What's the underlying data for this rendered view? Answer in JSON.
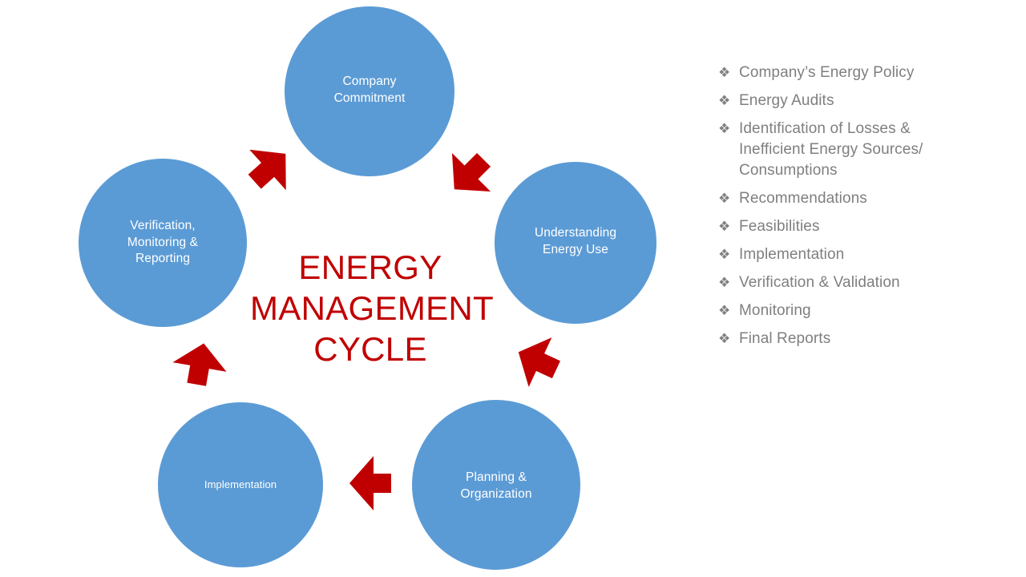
{
  "slide": {
    "background_color": "#FFFFFF",
    "accent_blue": "#5B9BD5",
    "accent_red": "#C00000",
    "bullet_gray": "#7F7F7F"
  },
  "diagram": {
    "center_title": "ENERGY\nMANAGEMENT\nCYCLE",
    "nodes": [
      {
        "id": "company-commitment",
        "label": "Company\nCommitment"
      },
      {
        "id": "understanding-energy-use",
        "label": "Understanding\nEnergy Use"
      },
      {
        "id": "planning-organization",
        "label": "Planning &\nOrganization"
      },
      {
        "id": "implementation",
        "label": "Implementation"
      },
      {
        "id": "verification-monitoring-reporting",
        "label": "Verification,\nMonitoring &\nReporting"
      }
    ],
    "arrows": [
      {
        "id": "arrow-company-to-understanding",
        "direction": "down-right"
      },
      {
        "id": "arrow-understanding-to-planning",
        "direction": "down-left"
      },
      {
        "id": "arrow-planning-to-implementation",
        "direction": "left"
      },
      {
        "id": "arrow-implementation-to-verification",
        "direction": "up"
      },
      {
        "id": "arrow-verification-to-company",
        "direction": "up-right"
      }
    ]
  },
  "bullets": {
    "marker_glyph": "❖",
    "items": [
      {
        "text": "Company’s Energy Policy"
      },
      {
        "text": "Energy Audits"
      },
      {
        "text": "Identification of Losses &\nInefficient Energy Sources/\nConsumptions"
      },
      {
        "text": "Recommendations"
      },
      {
        "text": "Feasibilities"
      },
      {
        "text": "Implementation"
      },
      {
        "text": "Verification & Validation"
      },
      {
        "text": "Monitoring"
      },
      {
        "text": "Final Reports"
      }
    ]
  }
}
